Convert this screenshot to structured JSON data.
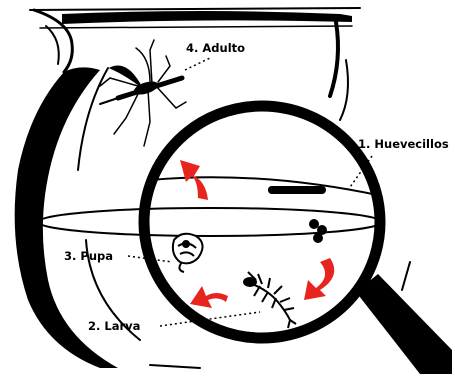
{
  "diagram": {
    "stages": [
      {
        "number": "1.",
        "label": "Huevecillos"
      },
      {
        "number": "2.",
        "label": "Larva"
      },
      {
        "number": "3.",
        "label": "Pupa"
      },
      {
        "number": "4.",
        "label": "Adulto"
      }
    ],
    "colors": {
      "ink": "#000000",
      "arrow": "#e8241f",
      "background": "#ffffff"
    },
    "icons": [
      "mosquito-icon",
      "egg-raft-icon",
      "larva-icon",
      "pupa-icon",
      "magnifying-glass-icon",
      "cycle-arrow-icon"
    ]
  }
}
